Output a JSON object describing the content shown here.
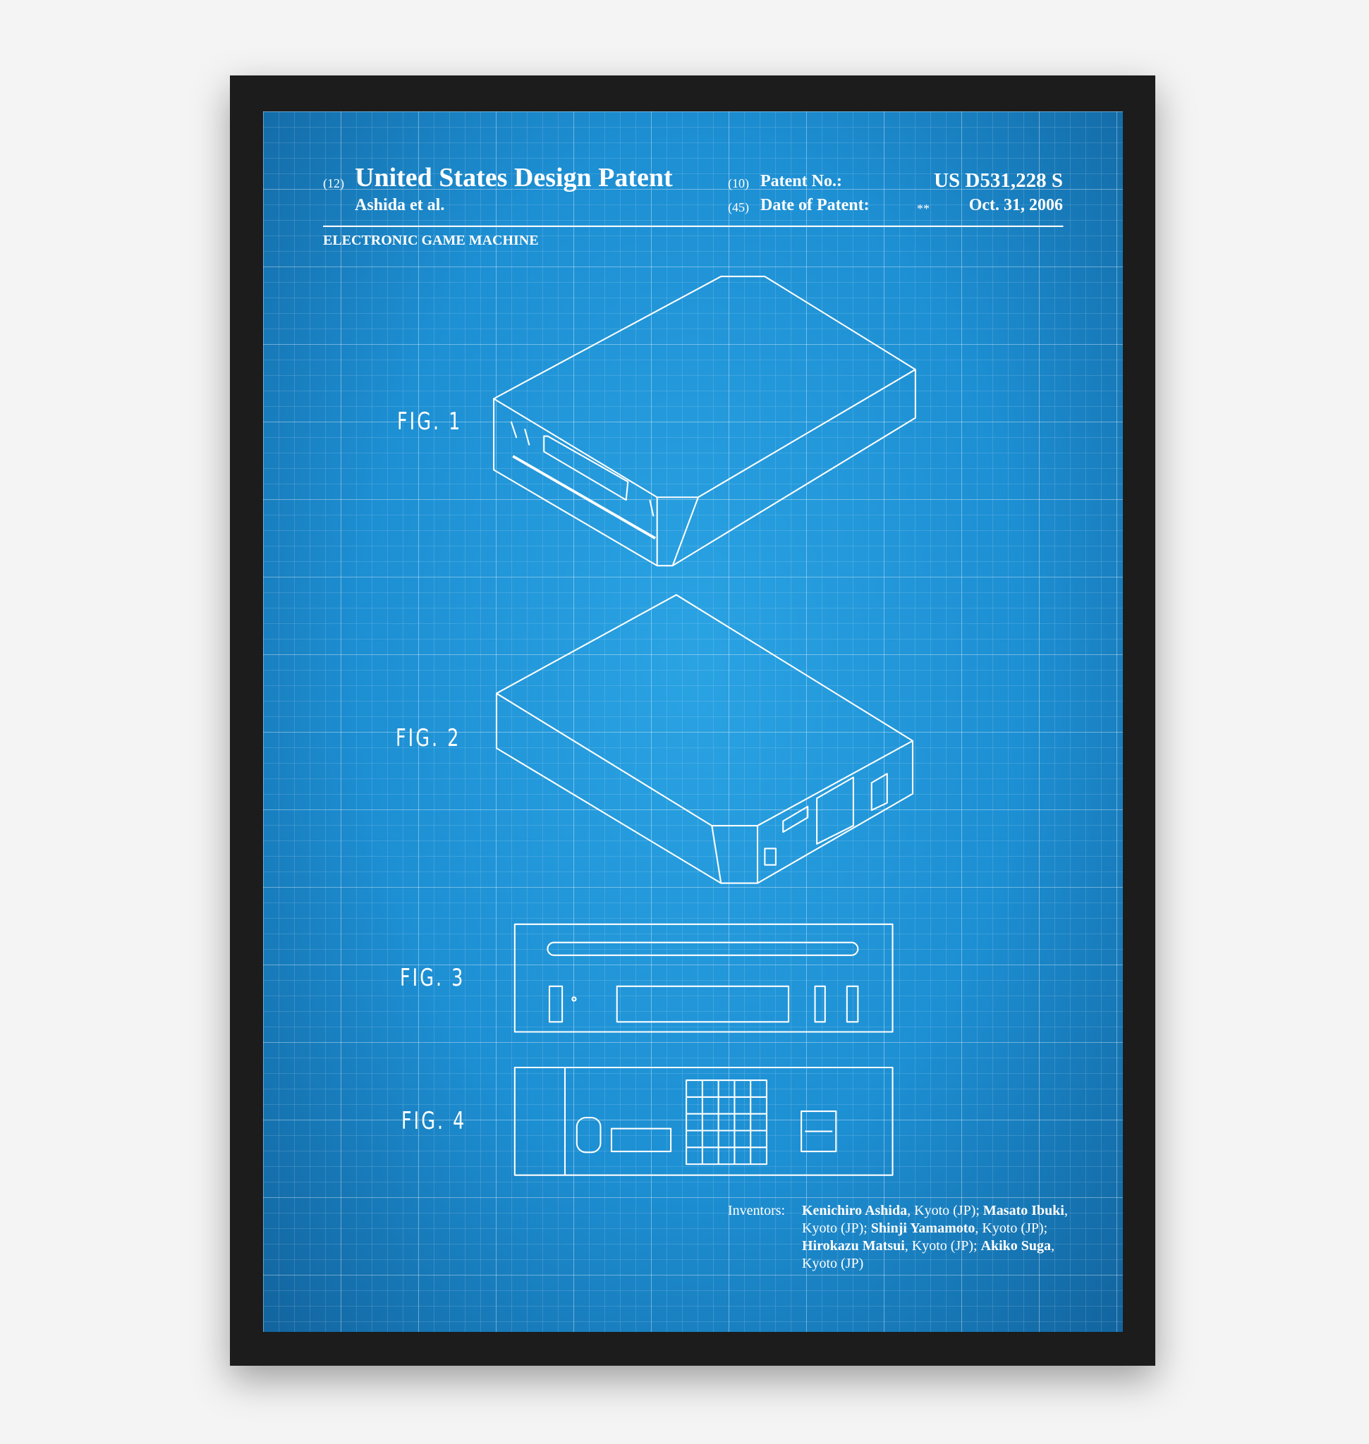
{
  "header": {
    "code_12": "(12)",
    "title": "United States Design Patent",
    "authors": "Ashida et al.",
    "code_10": "(10)",
    "patent_no_label": "Patent No.:",
    "patent_no": "US D531,228 S",
    "code_45": "(45)",
    "date_label": "Date of Patent:",
    "date_mark": "**",
    "date": "Oct. 31, 2006",
    "subject": "ELECTRONIC GAME MACHINE"
  },
  "figures": [
    "FIG. 1",
    "FIG. 2",
    "FIG. 3",
    "FIG. 4"
  ],
  "inventors": {
    "label": "Inventors:",
    "entries": [
      {
        "name": "Kenichiro Ashida",
        "loc": ", Kyoto (JP); "
      },
      {
        "name": "Masato Ibuki",
        "loc": ", Kyoto (JP); "
      },
      {
        "name": "Shinji Yamamoto",
        "loc": ", Kyoto (JP); "
      },
      {
        "name": "Hirokazu Matsui",
        "loc": ", Kyoto (JP); "
      },
      {
        "name": "Akiko Suga",
        "loc": ", Kyoto (JP)"
      }
    ]
  },
  "colors": {
    "blueprint": "#1d8fd3",
    "frame": "#1c1c1c",
    "line": "#ffffff"
  }
}
